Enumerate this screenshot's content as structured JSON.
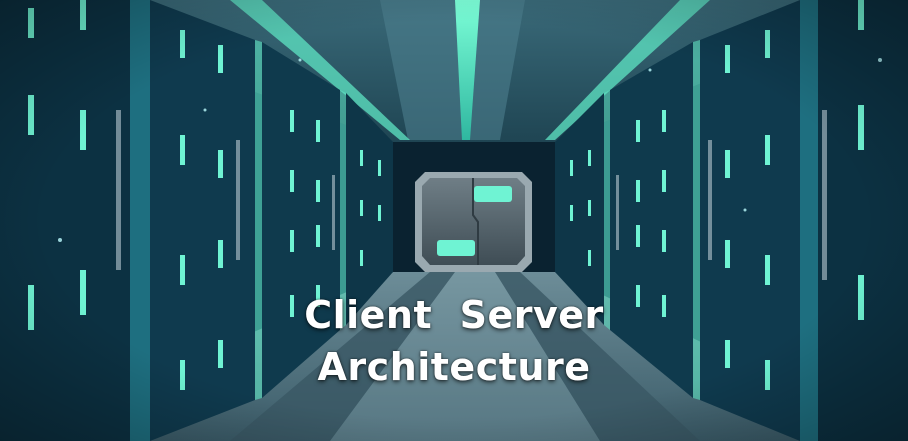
{
  "image": {
    "title_line1": "Client  Server",
    "title_line2": "Architecture",
    "subject": "server-room-corridor",
    "colors": {
      "cabinet": "#0e3446",
      "cabinet_dark": "#07202d",
      "glow": "#54f0c8",
      "floor": "#4a6f7e",
      "ceiling": "#2c4f5e",
      "door_frame": "#7b8b93",
      "text": "#ffffff"
    }
  }
}
